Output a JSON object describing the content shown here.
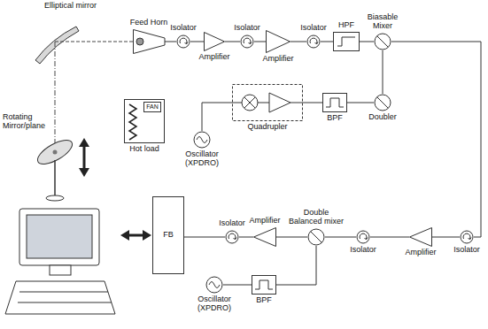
{
  "diagram": {
    "nodes": [
      {
        "text": [
          "Feed Horn"
        ]
      },
      {
        "text": [
          "Isolator"
        ]
      },
      {
        "text": [
          "Amplifier"
        ]
      },
      {
        "text": [
          "Isolator"
        ]
      },
      {
        "text": [
          "Amplifier"
        ]
      },
      {
        "text": [
          "Isolator"
        ]
      },
      {
        "text": [
          "HPF"
        ]
      },
      {
        "text": [
          "Biasable Mixer"
        ]
      },
      {
        "text": [
          "Hot load"
        ]
      },
      {
        "text": [
          "FAN"
        ],
        "in": 8
      },
      {
        "text": [
          "Quadrupler"
        ]
      },
      {
        "text": [
          "BPF"
        ]
      },
      {
        "text": [
          "Doubler"
        ]
      },
      {
        "text": [
          "Oscillator (XPDRO)"
        ]
      },
      {
        "text": [
          "FB"
        ]
      },
      {
        "text": [
          "Isolator"
        ]
      },
      {
        "text": [
          "Amplifier"
        ]
      },
      {
        "text": [
          "Double Balanced mixer"
        ]
      },
      {
        "text": [
          "Isolator"
        ]
      },
      {
        "text": [
          "Amplifier"
        ]
      },
      {
        "text": [
          "Isolator"
        ]
      },
      {
        "text": [
          "Oscillator (XPDRO)"
        ]
      },
      {
        "text": [
          "BPF"
        ]
      }
    ],
    "edges": [
      {
        "from": 0,
        "to": 1,
        "arrow": "none"
      },
      {
        "from": 1,
        "to": 2,
        "arrow": "none"
      },
      {
        "from": 2,
        "to": 3,
        "arrow": "none"
      },
      {
        "from": 3,
        "to": 4,
        "arrow": "none"
      },
      {
        "from": 4,
        "to": 5,
        "arrow": "none"
      },
      {
        "from": 5,
        "to": 6,
        "arrow": "none"
      },
      {
        "from": 6,
        "to": 7,
        "arrow": "none"
      },
      {
        "from": 13,
        "to": 10,
        "arrow": "none"
      },
      {
        "from": 10,
        "to": 11,
        "arrow": "none"
      },
      {
        "from": 11,
        "to": 12,
        "arrow": "none"
      },
      {
        "from": 12,
        "to": 7,
        "arrow": "none"
      },
      {
        "from": 7,
        "to": 20,
        "arrow": "none"
      },
      {
        "from": 20,
        "to": 19,
        "arrow": "none"
      },
      {
        "from": 19,
        "to": 18,
        "arrow": "none"
      },
      {
        "from": 18,
        "to": 17,
        "arrow": "none"
      },
      {
        "from": 17,
        "to": 16,
        "arrow": "none"
      },
      {
        "from": 16,
        "to": 15,
        "arrow": "none"
      },
      {
        "from": 15,
        "to": 14,
        "arrow": "none"
      },
      {
        "from": 21,
        "to": 22,
        "arrow": "none"
      },
      {
        "from": 22,
        "to": 17,
        "arrow": "none"
      }
    ],
    "labels": [
      "Elliptical mirror",
      "Rotating Mirror/plane"
    ]
  }
}
